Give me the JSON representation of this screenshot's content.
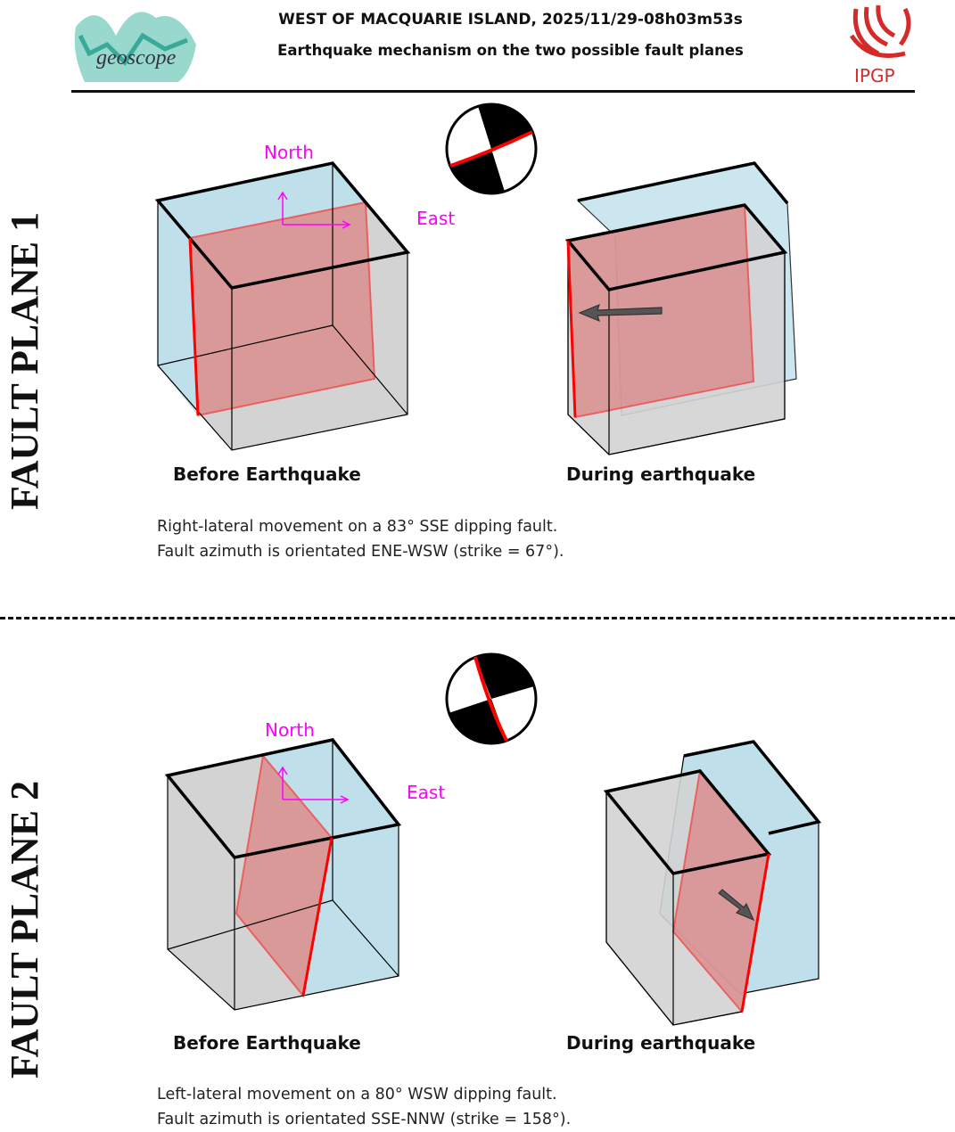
{
  "header": {
    "title": "WEST OF MACQUARIE ISLAND, 2025/11/29-08h03m53s",
    "subtitle": "Earthquake mechanism on the two possible fault planes",
    "left_logo": "geoscope",
    "right_logo": "IPGP"
  },
  "colors": {
    "fault": "#e06a6a",
    "block_blue": "#bfe0ea",
    "block_gray": "#d3d3d3",
    "compass": "#ff00ff",
    "logo_red": "#d42a2a"
  },
  "plane1": {
    "side_label": "FAULT PLANE 1",
    "north": "North",
    "east": "East",
    "before": "Before Earthquake",
    "during": "During earthquake",
    "desc_line1": "Right-lateral movement on a 83° SSE dipping fault.",
    "desc_line2": "Fault azimuth is orientated ENE-WSW (strike = 67°)."
  },
  "plane2": {
    "side_label": "FAULT PLANE 2",
    "north": "North",
    "east": "East",
    "before": "Before Earthquake",
    "during": "During earthquake",
    "desc_line1": "Left-lateral movement on a 80° WSW dipping fault.",
    "desc_line2": "Fault azimuth is orientated SSE-NNW (strike = 158°)."
  }
}
